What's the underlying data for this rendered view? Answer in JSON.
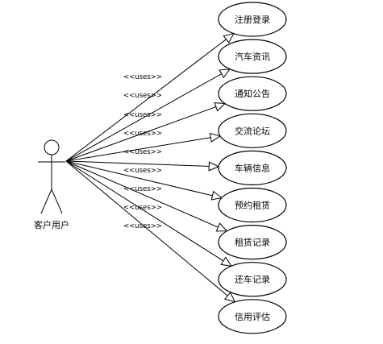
{
  "actor": {
    "name": "客户用户"
  },
  "relation_label": "<<uses>>",
  "use_cases": [
    {
      "name": "注册登录"
    },
    {
      "name": "汽车资讯"
    },
    {
      "name": "通知公告"
    },
    {
      "name": "交流论坛"
    },
    {
      "name": "车辆信息"
    },
    {
      "name": "预约租赁"
    },
    {
      "name": "租赁记录"
    },
    {
      "name": "还车记录"
    },
    {
      "name": "信用评估"
    }
  ]
}
